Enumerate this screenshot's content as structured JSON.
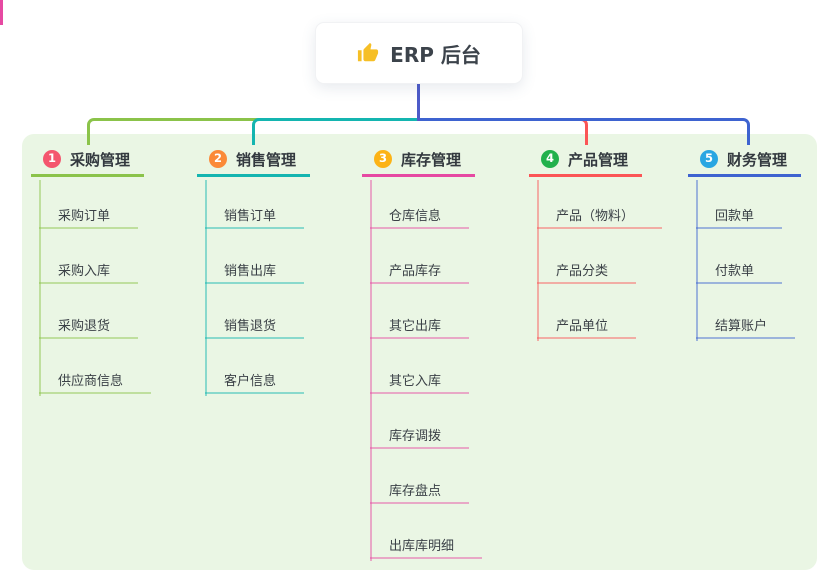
{
  "root": {
    "title": "ERP 后台",
    "icon": "thumbs-up-icon",
    "icon_color": "#f6bf26"
  },
  "connector": {
    "root_line_color": "#4d5bc9"
  },
  "panel": {
    "background": "#eaf6e4"
  },
  "branches": [
    {
      "num": "1",
      "label": "采购管理",
      "badge_color": "#f4566e",
      "line_color": "#8bc34a",
      "items": [
        "采购订单",
        "采购入库",
        "采购退货",
        "供应商信息"
      ]
    },
    {
      "num": "2",
      "label": "销售管理",
      "badge_color": "#fb8a38",
      "line_color": "#14b5b0",
      "items": [
        "销售订单",
        "销售出库",
        "销售退货",
        "客户信息"
      ]
    },
    {
      "num": "3",
      "label": "库存管理",
      "badge_color": "#fcb315",
      "line_color": "#e649a2",
      "items": [
        "仓库信息",
        "产品库存",
        "其它出库",
        "其它入库",
        "库存调拨",
        "库存盘点",
        "出库库明细"
      ]
    },
    {
      "num": "4",
      "label": "产品管理",
      "badge_color": "#22b14c",
      "line_color": "#fb5556",
      "items": [
        "产品（物料）",
        "产品分类",
        "产品单位"
      ]
    },
    {
      "num": "5",
      "label": "财务管理",
      "badge_color": "#29a6e2",
      "line_color": "#3e63d0",
      "items": [
        "回款单",
        "付款单",
        "结算账户"
      ]
    }
  ]
}
